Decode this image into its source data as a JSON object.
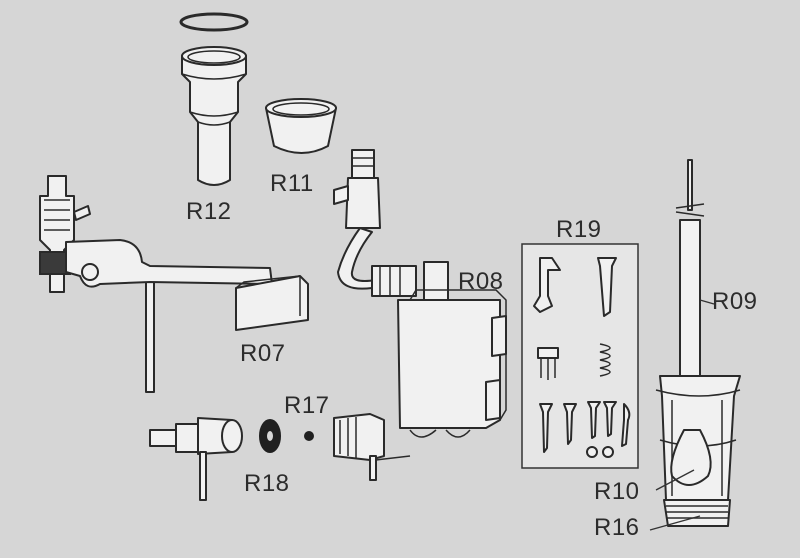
{
  "labels": {
    "r07": "R07",
    "r08": "R08",
    "r09": "R09",
    "r10": "R10",
    "r11": "R11",
    "r12": "R12",
    "r16": "R16",
    "r17": "R17",
    "r18": "R18",
    "r19": "R19"
  }
}
